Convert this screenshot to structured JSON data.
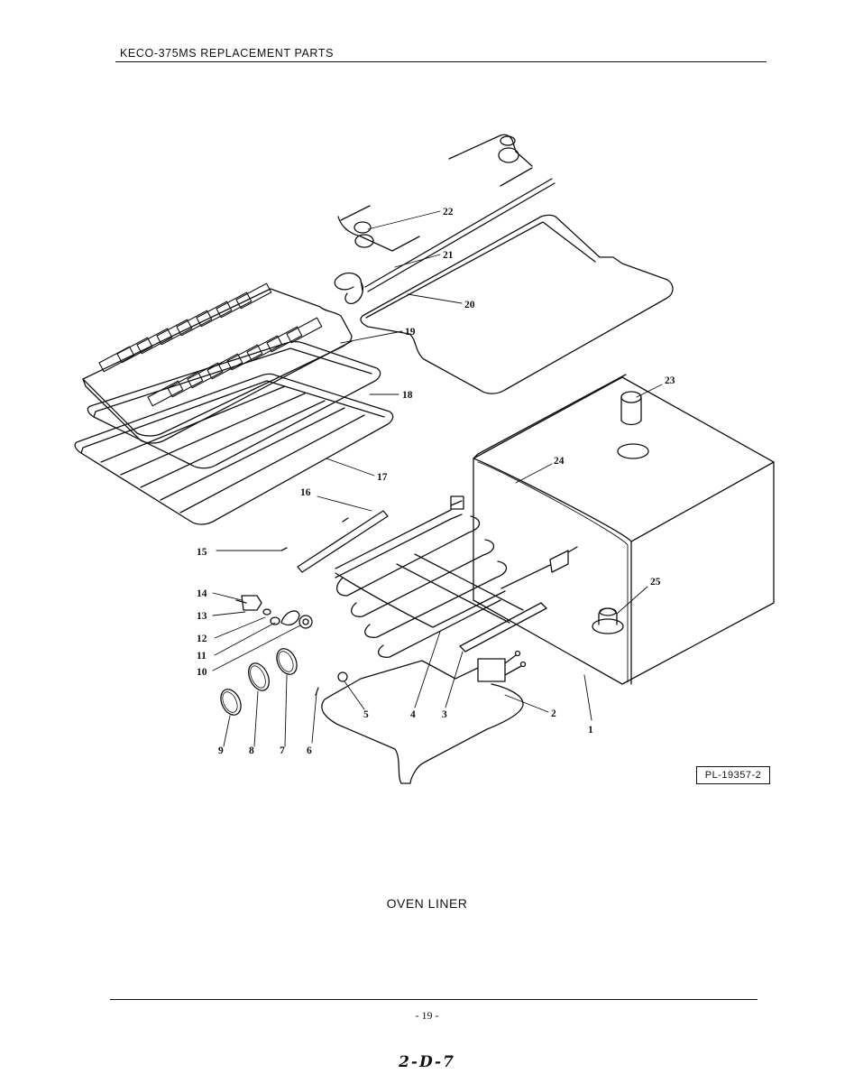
{
  "header": {
    "title": "KECO-375MS REPLACEMENT PARTS"
  },
  "diagram": {
    "callouts": [
      "1",
      "2",
      "3",
      "4",
      "5",
      "6",
      "7",
      "8",
      "9",
      "10",
      "11",
      "12",
      "13",
      "14",
      "15",
      "16",
      "17",
      "18",
      "19",
      "20",
      "21",
      "22",
      "23",
      "24",
      "25"
    ],
    "reference": "PL-19357-2"
  },
  "caption": "OVEN LINER",
  "footer": {
    "page_number": "- 19 -",
    "handwritten": "2-D-7"
  }
}
